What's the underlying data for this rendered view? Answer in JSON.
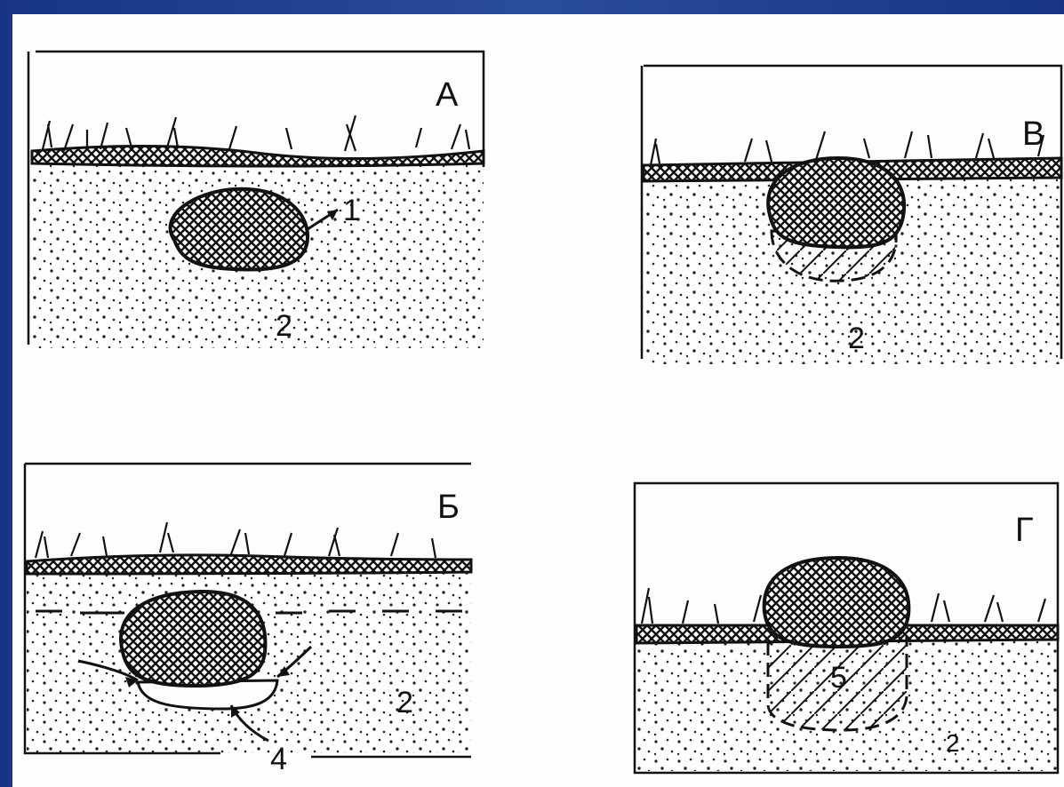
{
  "panels": {
    "a": {
      "letter": "А",
      "labels": {
        "rock": "1",
        "soil": "2"
      }
    },
    "b": {
      "letter": "Б",
      "labels": {
        "soil": "2",
        "flow": "4"
      }
    },
    "v": {
      "letter": "В",
      "labels": {
        "soil": "2"
      }
    },
    "g": {
      "letter": "Г",
      "labels": {
        "soil": "2",
        "zone": "5"
      }
    }
  },
  "colors": {
    "background": "#1f3f8a",
    "paper": "#fdfdfb",
    "ink": "#111111"
  }
}
